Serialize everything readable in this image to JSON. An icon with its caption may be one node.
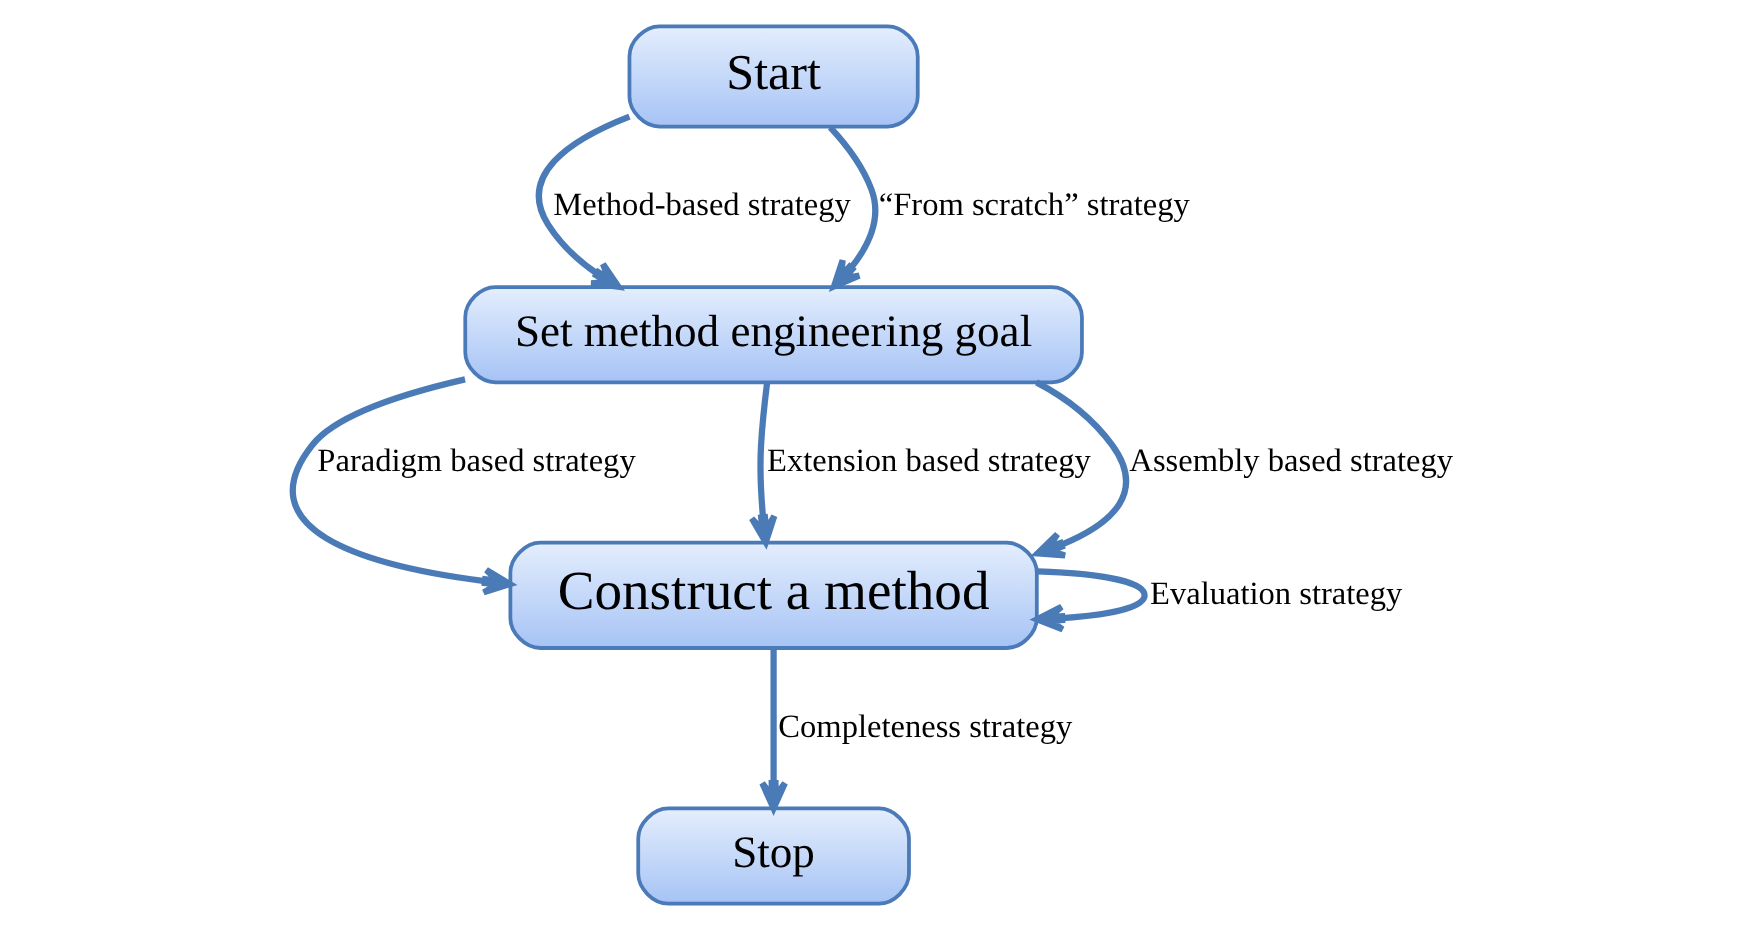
{
  "diagram": {
    "nodes": [
      {
        "text": [
          "Start"
        ]
      },
      {
        "text": [
          "Set method engineering goal"
        ]
      },
      {
        "text": [
          "Construct a method"
        ]
      },
      {
        "text": [
          "Stop"
        ]
      }
    ],
    "edges": [
      {
        "from": 0,
        "to": 1,
        "arrow": "to",
        "label": "Method-based strategy"
      },
      {
        "from": 0,
        "to": 1,
        "arrow": "to",
        "label": "“From scratch” strategy"
      },
      {
        "from": 1,
        "to": 2,
        "arrow": "to",
        "label": "Paradigm based strategy"
      },
      {
        "from": 1,
        "to": 2,
        "arrow": "to",
        "label": "Extension based strategy"
      },
      {
        "from": 1,
        "to": 2,
        "arrow": "to",
        "label": "Assembly based strategy"
      },
      {
        "from": 2,
        "to": 2,
        "arrow": "to",
        "label": "Evaluation strategy"
      },
      {
        "from": 2,
        "to": 3,
        "arrow": "to",
        "label": "Completeness strategy"
      }
    ]
  }
}
